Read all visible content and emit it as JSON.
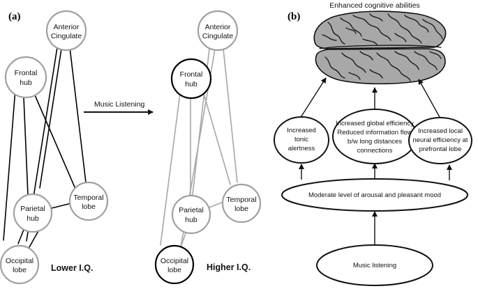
{
  "panels": {
    "a": "(a)",
    "b": "(b)"
  },
  "panel_a": {
    "arrow_label": "Music Listening",
    "lower": {
      "caption": "Lower I.Q.",
      "anterior": [
        "Anterior",
        "Cingulate"
      ],
      "frontal": [
        "Frontal",
        "hub"
      ],
      "temporal": [
        "Temporal",
        "lobe"
      ],
      "parietal": [
        "Parietal",
        "hub"
      ],
      "occipital": [
        "Occipital",
        "lobe"
      ]
    },
    "higher": {
      "caption": "Higher I.Q.",
      "anterior": [
        "Anterior",
        "Cingulate"
      ],
      "frontal": [
        "Frontal",
        "hub"
      ],
      "temporal": [
        "Temporal",
        "lobe"
      ],
      "parietal": [
        "Parietal",
        "hub"
      ],
      "occipital": [
        "Occipital",
        "lobe"
      ]
    }
  },
  "panel_b": {
    "brain_title": "Enhanced cognitive abilities",
    "box_left": [
      "Increased",
      "tonic",
      "alertness"
    ],
    "box_center": [
      "Increased global efficiency",
      "Reduced information flow",
      "b/w long distances",
      "connections"
    ],
    "box_right": [
      "Increased local",
      "neural efficiency at",
      "prefrontal lobe"
    ],
    "mood": "Moderate level of  arousal and pleasant mood",
    "music": "Music listening"
  },
  "colors": {
    "strong_edge": "#000000",
    "weak_edge": "#a6a6a6",
    "node_outline": "#a0a0a0",
    "brain_fill": "#a8a8a8"
  }
}
